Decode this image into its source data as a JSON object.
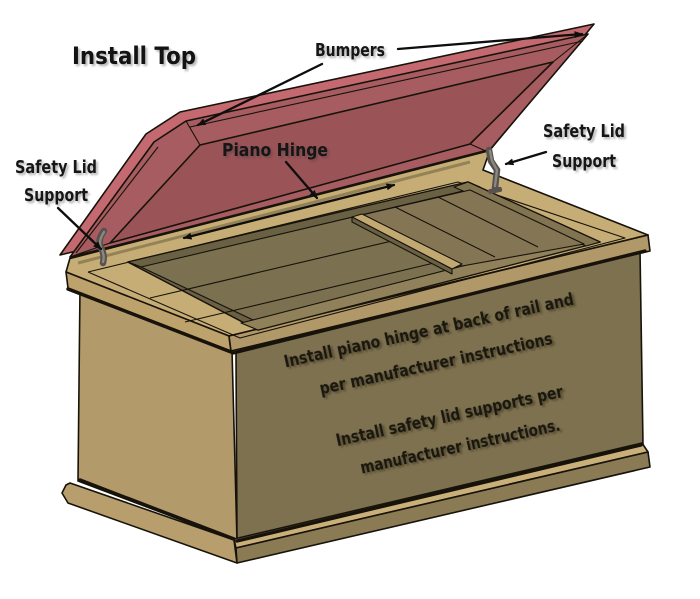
{
  "diagram": {
    "title": "Install Top",
    "labels": {
      "bumpers": "Bumpers",
      "piano_hinge": "Piano Hinge",
      "safety_lid_support_left": {
        "line1": "Safety Lid",
        "line2": "Support"
      },
      "safety_lid_support_right": {
        "line1": "Safety Lid",
        "line2": "Support"
      }
    },
    "front_panel_notes": {
      "note1_line1": "Install piano hinge at back of rail and",
      "note1_line2": "per manufacturer instructions",
      "note2_line1": "Install safety lid supports per",
      "note2_line2": "manufacturer instructions."
    },
    "colors": {
      "background": "#ffffff",
      "lid_edge": "#c4696f",
      "lid_frame": "#a65c60",
      "lid_panel": "#9a5357",
      "box_side_face": "#b29a6b",
      "box_front_face": "#7e714f",
      "molding_top": "#c6ad75",
      "molding_band_side": "#bda26c",
      "molding_band_front": "#b19868",
      "interior_floor": "#7b7050",
      "interior_shadow": "#6a6044",
      "interior_light_edge": "#90815a",
      "interior_right_wall": "#827450",
      "rail_light": "#c2a972",
      "tray_floor": "#847655",
      "plinth_side": "#b89e6c",
      "plinth_front": "#8a7b55",
      "plinth_bevel": "#c9b078",
      "hardware_dark": "#57524d",
      "hardware_light": "#8d8781",
      "outline": "#17130b",
      "label_color": "#161616"
    }
  }
}
